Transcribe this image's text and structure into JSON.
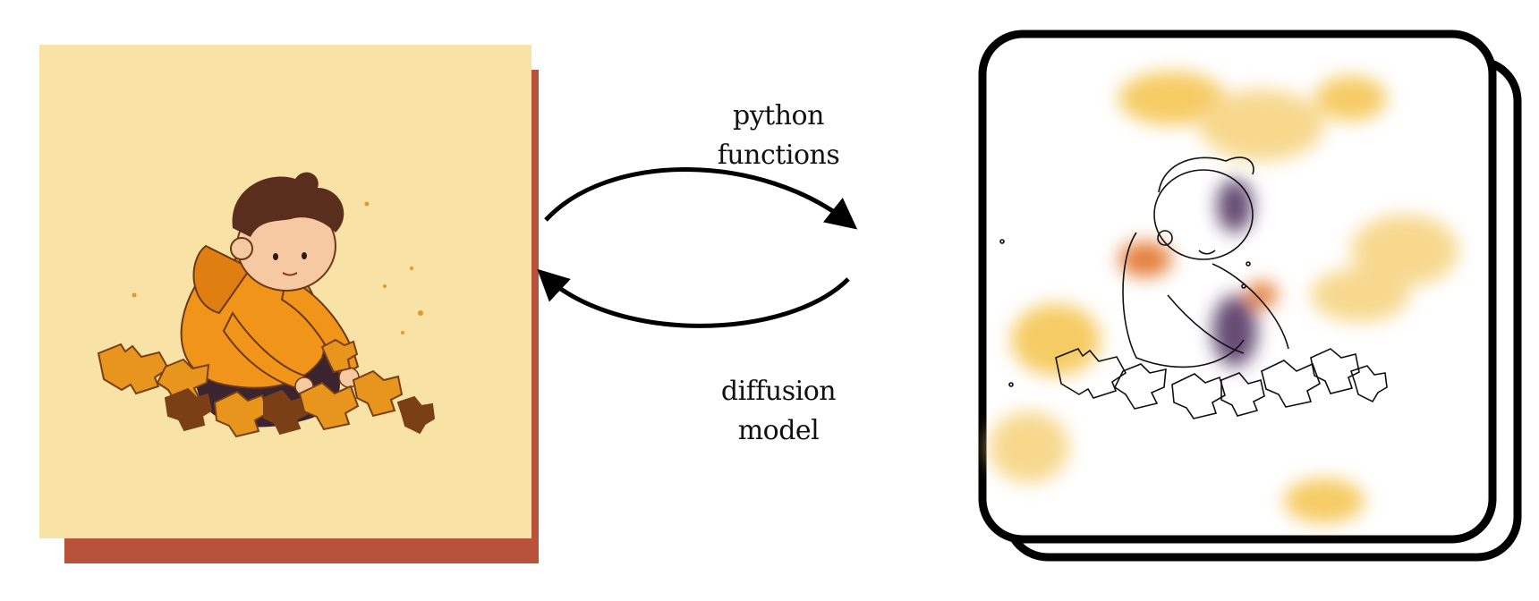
{
  "labels": {
    "forward": [
      "python",
      "functions"
    ],
    "backward": [
      "diffusion",
      "model"
    ]
  },
  "left_panel": {
    "subject": "child-assembling-puzzle-illustration",
    "background_color": "#f8e2a6",
    "shadow_color": "#b9523a"
  },
  "right_panel": {
    "subject": "line-sketch-with-heatmap-blobs",
    "frame_color": "#000000",
    "background_color": "#ffffff"
  },
  "arrows": {
    "forward": "left-to-right",
    "backward": "right-to-left"
  },
  "colors": {
    "ink": "#111111",
    "hoodie": "#f0951a",
    "hair": "#5a2e1d",
    "puzzle": "#e8951d",
    "heat": "#f4c34a"
  }
}
